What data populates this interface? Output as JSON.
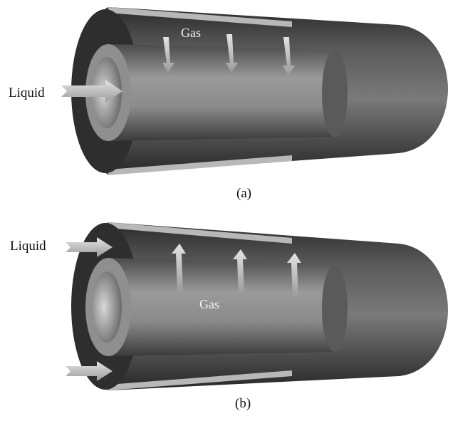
{
  "diagram": {
    "panel_a": {
      "caption": "(a)",
      "liquid_label": "Liquid",
      "gas_label": "Gas",
      "gas_arrow_direction": "inward",
      "liquid_inlet": "center"
    },
    "panel_b": {
      "caption": "(b)",
      "liquid_label": "Liquid",
      "gas_label": "Gas",
      "gas_arrow_direction": "outward",
      "liquid_inlet": "annulus"
    },
    "colors": {
      "tube_dark": "#3a3a3a",
      "tube_mid": "#6e6e6e",
      "tube_light": "#b4b4b4",
      "arrow_fill": "#c8c8c8",
      "label_text": "#111111",
      "gas_text": "#f2f2f2"
    }
  }
}
